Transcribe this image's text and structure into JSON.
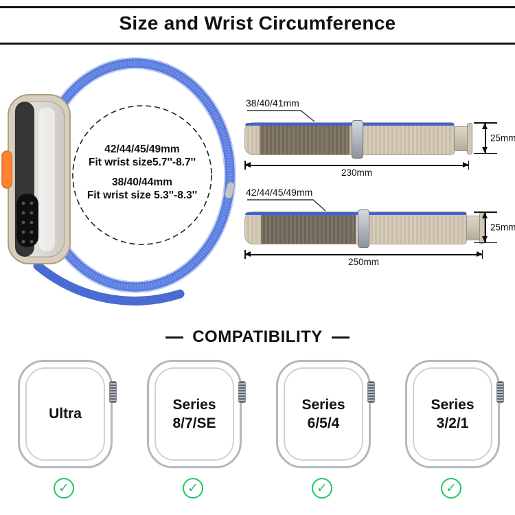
{
  "header": {
    "title": "Size and Wrist Circumference"
  },
  "sizing_circle": {
    "line1": "42/44/45/49mm",
    "line2": "Fit wrist size5.7''-8.7''",
    "line3": "38/40/44mm",
    "line4": "Fit wrist size 5.3''-8.3''"
  },
  "band_diagrams": [
    {
      "label": "38/40/41mm",
      "length": "230mm",
      "width": "25mm"
    },
    {
      "label": "42/44/45/49mm",
      "length": "250mm",
      "width": "25mm"
    }
  ],
  "compatibility": {
    "heading": "COMPATIBILITY",
    "models": [
      {
        "name": "Ultra"
      },
      {
        "name": "Series\n8/7/SE"
      },
      {
        "name": "Series\n6/5/4"
      },
      {
        "name": "Series\n3/2/1"
      }
    ]
  },
  "icons": {
    "check": "✓"
  },
  "colors": {
    "band_blue": "#5b7de0",
    "action_button_orange": "#ff8330",
    "check_green": "#1dc95f",
    "band_beige": "#d7ccb8",
    "band_dark": "#746a5a"
  }
}
